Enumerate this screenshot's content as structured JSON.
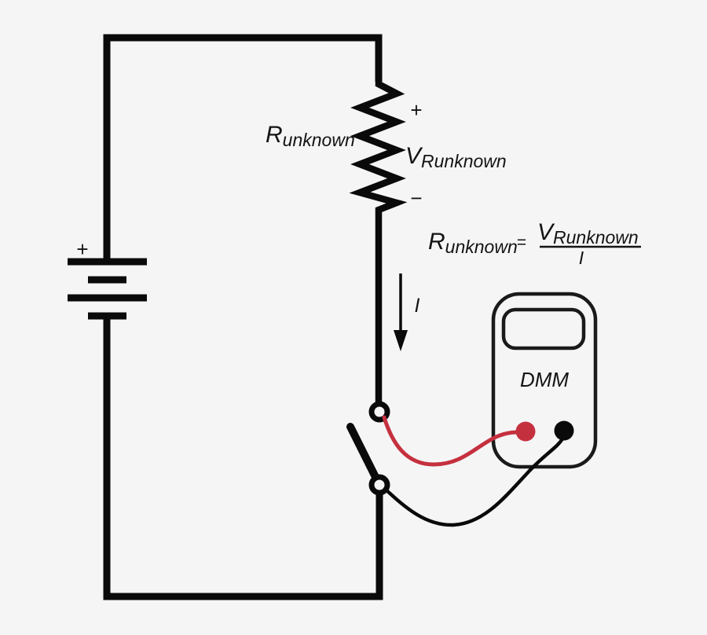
{
  "colors": {
    "background": "#f5f5f6",
    "wire_black": "#0a0a0a",
    "probe_red": "#c5303f",
    "dmm_outline": "#1a1a1a",
    "ink": "#141414"
  },
  "battery": {
    "polarity_label": "+"
  },
  "resistor": {
    "label_main": "R",
    "label_sub": "unknown"
  },
  "voltage_annotation": {
    "plus": "+",
    "label_main": "V",
    "label_sub": "Runknown",
    "minus": "−"
  },
  "current_annotation": {
    "label": "I"
  },
  "formula": {
    "lhs_main": "R",
    "lhs_sub": "unknown",
    "equals": "=",
    "numerator_main": "V",
    "numerator_sub": "Runknown",
    "denominator": "I"
  },
  "dmm": {
    "label": "DMM"
  }
}
